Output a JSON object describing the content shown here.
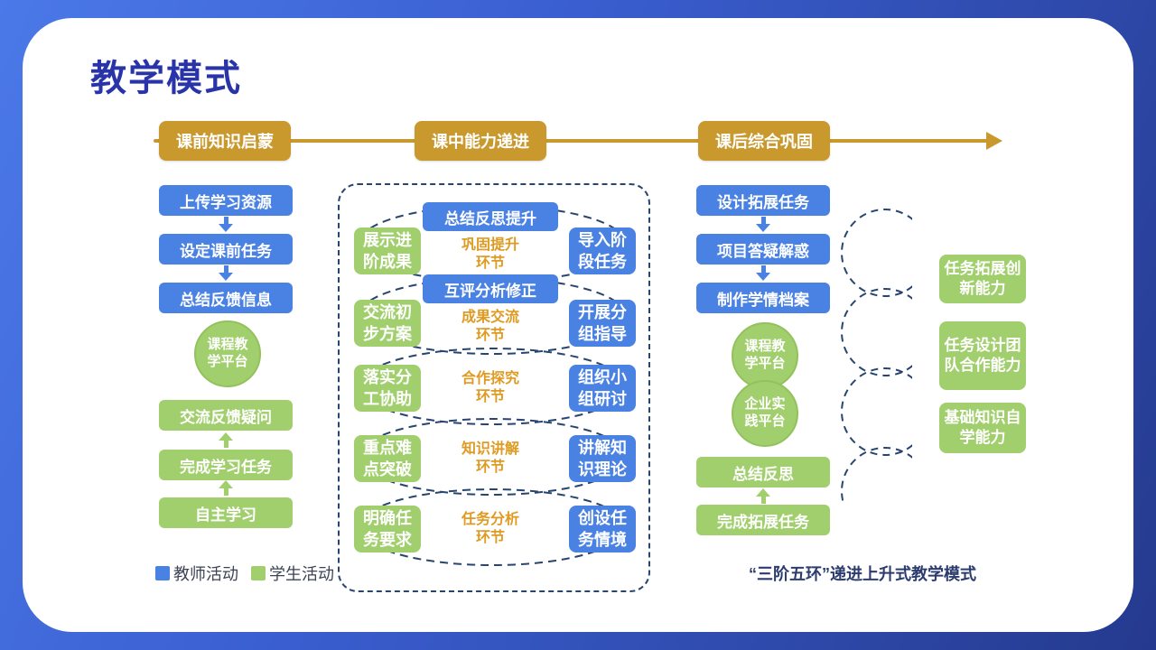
{
  "slide": {
    "title": "教学模式",
    "caption": "“三阶五环”递进上升式教学模式"
  },
  "timeline": {
    "stages": [
      "课前知识启蒙",
      "课中能力递进",
      "课后综合巩固"
    ]
  },
  "pre_class": {
    "teacher_steps": [
      "上传学习资源",
      "设定课前任务",
      "总结反馈信息"
    ],
    "platform": "课程教学平台",
    "student_steps": [
      "交流反馈疑问",
      "完成学习任务",
      "自主学习"
    ]
  },
  "in_class": {
    "summary_box": "总结反思提升",
    "review_box": "互评分析修正",
    "phases": [
      {
        "name": "巩固提升环节",
        "student": "展示进阶成果",
        "teacher": "导入阶段任务"
      },
      {
        "name": "成果交流环节",
        "student": "交流初步方案",
        "teacher": "开展分组指导"
      },
      {
        "name": "合作探究环节",
        "student": "落实分工协助",
        "teacher": "组织小组研讨"
      },
      {
        "name": "知识讲解环节",
        "student": "重点难点突破",
        "teacher": "讲解知识理论"
      },
      {
        "name": "任务分析环节",
        "student": "明确任务要求",
        "teacher": "创设任务情境"
      }
    ]
  },
  "post_class": {
    "teacher_steps": [
      "设计拓展任务",
      "项目答疑解惑",
      "制作学情档案"
    ],
    "platforms": [
      "课程教学平台",
      "企业实践平台"
    ],
    "student_steps": [
      "总结反思",
      "完成拓展任务"
    ]
  },
  "abilities": [
    "任务拓展创新能力",
    "任务设计团队合作能力",
    "基础知识自学能力"
  ],
  "legend": [
    {
      "label": "教师活动",
      "color": "#4a82e4"
    },
    {
      "label": "学生活动",
      "color": "#a2cf6d"
    }
  ],
  "colors": {
    "background_gradient": [
      "#4b79e8",
      "#253a8e"
    ],
    "card": "#ffffff",
    "title": "#2834a8",
    "gold": "#c9992e",
    "phase_label": "#df9a22",
    "teacher_blue": "#4a82e4",
    "student_green": "#a2cf6d",
    "dashed_navy": "#27456e",
    "caption": "#2c3c6e"
  }
}
